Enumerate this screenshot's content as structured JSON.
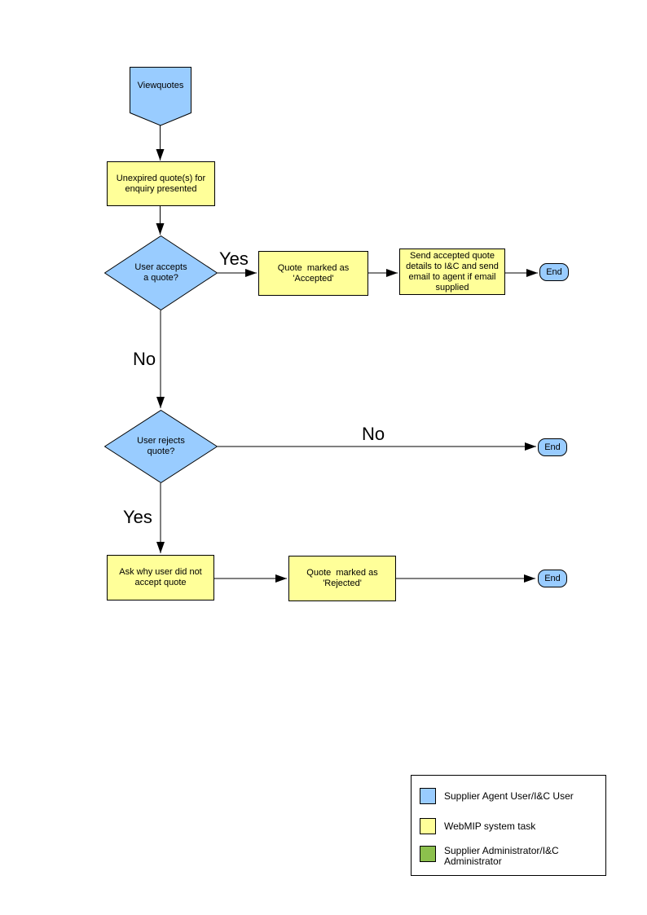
{
  "colors": {
    "user_shape_fill": "#99CCFF",
    "system_task_fill": "#FFFF99",
    "admin_fill": "#8CC04D",
    "shape_border": "#000000",
    "connector": "#000000"
  },
  "flowchart": {
    "start": {
      "label": "Viewquotes"
    },
    "present": {
      "text": "Unexpired quote(s) for\nenquiry presented"
    },
    "accept_decision": {
      "text": "User accepts\na quote?"
    },
    "mark_accepted": {
      "text": "Quote  marked as\n'Accepted'"
    },
    "send_details": {
      "text": "Send accepted quote\ndetails to I&C and send\nemail to agent if email\nsupplied"
    },
    "reject_decision": {
      "text": "User rejects\nquote?"
    },
    "ask_why": {
      "text": "Ask why user did not\naccept quote"
    },
    "mark_rejected": {
      "text": "Quote  marked as\n'Rejected'"
    },
    "end_accept": {
      "label": "End"
    },
    "end_no_reject": {
      "label": "End"
    },
    "end_reject": {
      "label": "End"
    },
    "labels": {
      "accept_yes": "Yes",
      "accept_no": "No",
      "reject_no": "No",
      "reject_yes": "Yes"
    }
  },
  "legend": {
    "items": [
      {
        "label": "Supplier Agent User/I&C User",
        "color": "#99CCFF"
      },
      {
        "label": "WebMIP system task",
        "color": "#FFFF99"
      },
      {
        "label": "Supplier Administrator/I&C Administrator",
        "color": "#8CC04D"
      }
    ]
  }
}
